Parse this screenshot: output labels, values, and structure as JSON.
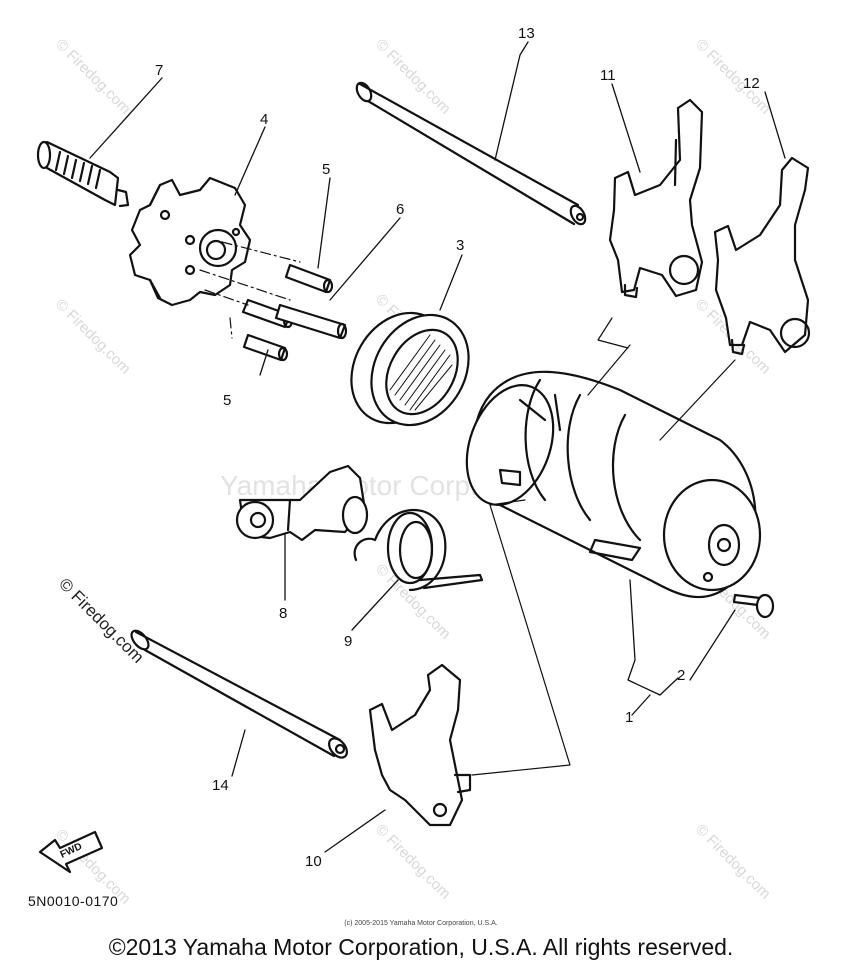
{
  "callouts": {
    "c1": "1",
    "c2": "2",
    "c3": "3",
    "c4": "4",
    "c5a": "5",
    "c5b": "5",
    "c6": "6",
    "c7": "7",
    "c8": "8",
    "c9": "9",
    "c10": "10",
    "c11": "11",
    "c12": "12",
    "c13": "13",
    "c14": "14"
  },
  "fwd_mark": "FWD",
  "part_code": "5N0010-0170",
  "small_copyright": "(c) 2005-2015 Yamaha Motor Corporation, U.S.A.",
  "main_copyright": "©2013 Yamaha Motor Corporation, U.S.A. All rights reserved.",
  "watermark_center": "Yamaha Motor Corp., U.S.A.",
  "watermark_site": "© Firedog.com",
  "colors": {
    "line": "#111111",
    "watermark": "#d8d8d8",
    "background": "#ffffff"
  }
}
